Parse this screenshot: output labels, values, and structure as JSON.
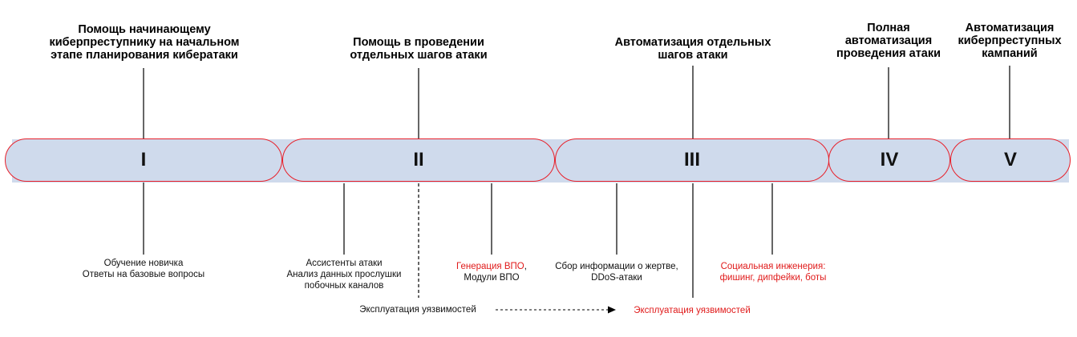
{
  "stages": [
    {
      "numeral": "I"
    },
    {
      "numeral": "II"
    },
    {
      "numeral": "III"
    },
    {
      "numeral": "IV"
    },
    {
      "numeral": "V"
    }
  ],
  "titles": [
    [
      "Помощь начинающему",
      "киберпреступнику на начальном",
      "этапе планирования кибератаки"
    ],
    [
      "Помощь в проведении",
      "отдельных шагов атаки"
    ],
    [
      "Автоматизация отдельных",
      "шагов атаки"
    ],
    [
      "Полная",
      "автоматизация",
      "проведения атаки"
    ],
    [
      "Автоматизация",
      "киберпреступных",
      "кампаний"
    ]
  ],
  "notes": {
    "stage1": [
      "Обучение новичка",
      "Ответы на базовые вопросы"
    ],
    "stage2_left": [
      "Ассистенты атаки",
      "Анализ данных прослушки",
      "побочных каналов"
    ],
    "stage2_right_red": "Генерация ВПО",
    "stage2_right_comma": ",",
    "stage2_right_line2": "Модули ВПО",
    "stage3_left": [
      "Сбор информации о жертве,",
      "DDoS-атаки"
    ],
    "stage3_right_red": [
      "Социальная инженерия:",
      "фишинг, дипфейки, боты"
    ]
  },
  "exploitation": {
    "from_label": "Эксплуатация уязвимостей",
    "to_label": "Эксплуатация уязвимостей"
  },
  "colors": {
    "stage_fill": "#cfdaec",
    "stage_border": "#e8202a",
    "accent_text": "#e01a1a"
  }
}
